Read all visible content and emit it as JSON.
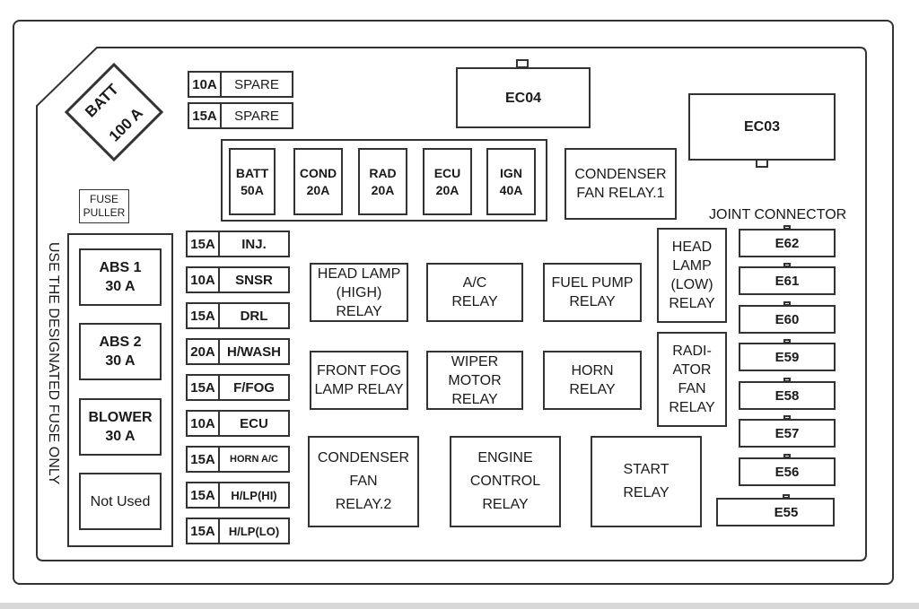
{
  "batt": {
    "line1": "BATT",
    "line2": "100 A"
  },
  "fuse_puller": {
    "line1": "FUSE",
    "line2": "PULLER"
  },
  "vertical_label": "USE THE DESIGNATED FUSE ONLY",
  "left_big_fuses": [
    {
      "line1": "ABS 1",
      "line2": "30 A"
    },
    {
      "line1": "ABS 2",
      "line2": "30 A"
    },
    {
      "line1": "BLOWER",
      "line2": "30 A"
    },
    {
      "line1": "Not Used",
      "line2": ""
    }
  ],
  "top_fuses": [
    {
      "amp": "10A",
      "name": "SPARE"
    },
    {
      "amp": "15A",
      "name": "SPARE"
    }
  ],
  "fuses": [
    {
      "amp": "15A",
      "name": "INJ."
    },
    {
      "amp": "10A",
      "name": "SNSR"
    },
    {
      "amp": "15A",
      "name": "DRL"
    },
    {
      "amp": "20A",
      "name": "H/WASH"
    },
    {
      "amp": "15A",
      "name": "F/FOG"
    },
    {
      "amp": "10A",
      "name": "ECU"
    },
    {
      "amp": "15A",
      "name": "HORN A/C"
    },
    {
      "amp": "15A",
      "name": "H/LP(HI)"
    },
    {
      "amp": "15A",
      "name": "H/LP(LO)"
    }
  ],
  "fusible_links": [
    {
      "line1": "BATT",
      "line2": "50A"
    },
    {
      "line1": "COND",
      "line2": "20A"
    },
    {
      "line1": "RAD",
      "line2": "20A"
    },
    {
      "line1": "ECU",
      "line2": "20A"
    },
    {
      "line1": "IGN",
      "line2": "40A"
    }
  ],
  "ec04": "EC04",
  "ec03": "EC03",
  "relays": {
    "condenser_fan_1": {
      "line1": "CONDENSER",
      "line2": "FAN RELAY.1"
    },
    "head_lamp_high": {
      "line1": "HEAD LAMP",
      "line2": "(HIGH) RELAY"
    },
    "ac": {
      "line1": "A/C",
      "line2": "RELAY"
    },
    "fuel_pump": {
      "line1": "FUEL PUMP",
      "line2": "RELAY"
    },
    "head_lamp_low": {
      "line1": "HEAD",
      "line2": "LAMP",
      "line3": "(LOW)",
      "line4": "RELAY"
    },
    "front_fog": {
      "line1": "FRONT FOG",
      "line2": "LAMP RELAY"
    },
    "wiper_motor": {
      "line1": "WIPER",
      "line2": "MOTOR",
      "line3": "RELAY"
    },
    "horn": {
      "line1": "HORN",
      "line2": "RELAY"
    },
    "radiator_fan": {
      "line1": "RADI-",
      "line2": "ATOR",
      "line3": "FAN",
      "line4": "RELAY"
    },
    "condenser_fan_2": {
      "line1": "CONDENSER",
      "line2": "FAN",
      "line3": "RELAY.2"
    },
    "engine_control": {
      "line1": "ENGINE",
      "line2": "CONTROL",
      "line3": "RELAY"
    },
    "start": {
      "line1": "START",
      "line2": "RELAY"
    }
  },
  "joint_connector": {
    "title": "JOINT CONNECTOR",
    "items": [
      "E62",
      "E61",
      "E60",
      "E59",
      "E58",
      "E57",
      "E56",
      "E55"
    ]
  }
}
